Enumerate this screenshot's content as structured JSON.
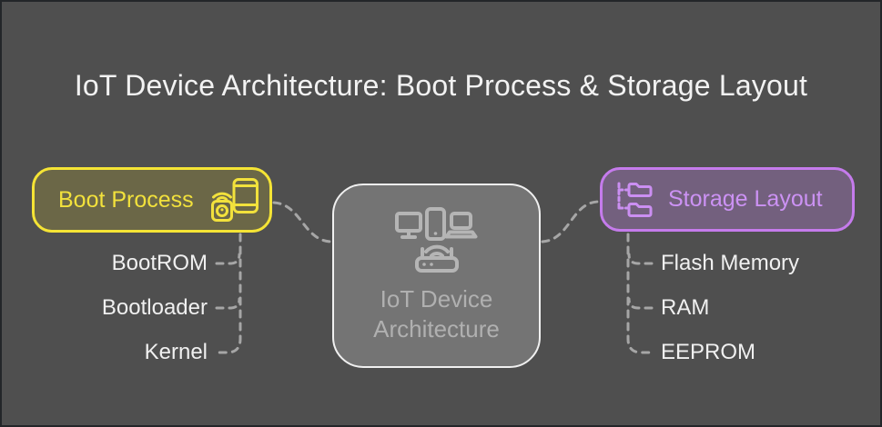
{
  "title": "IoT Device Architecture: Boot Process & Storage Layout",
  "colors": {
    "background": "#4f4f4f",
    "frame_border": "#232629",
    "title_text": "#f2f2f2",
    "connector": "#a6a6a6",
    "item_text": "#f0f0f0",
    "boot_accent": "#f2e13c",
    "boot_fill": "#6b6747",
    "storage_border": "#c57bec",
    "storage_text": "#cc92f4",
    "storage_fill": "#73607e",
    "center_fill": "#747474",
    "center_border": "#f0f0f0",
    "center_content": "#b0b0b0"
  },
  "center_node": {
    "label_line1": "IoT Device",
    "label_line2": "Architecture",
    "icon": "connected-devices-router-icon"
  },
  "boot_branch": {
    "label": "Boot Process",
    "icon": "smart-device-wifi-icon",
    "items": [
      "BootROM",
      "Bootloader",
      "Kernel"
    ]
  },
  "storage_branch": {
    "label": "Storage Layout",
    "icon": "folder-tree-icon",
    "items": [
      "Flash Memory",
      "RAM",
      "EEPROM"
    ]
  }
}
